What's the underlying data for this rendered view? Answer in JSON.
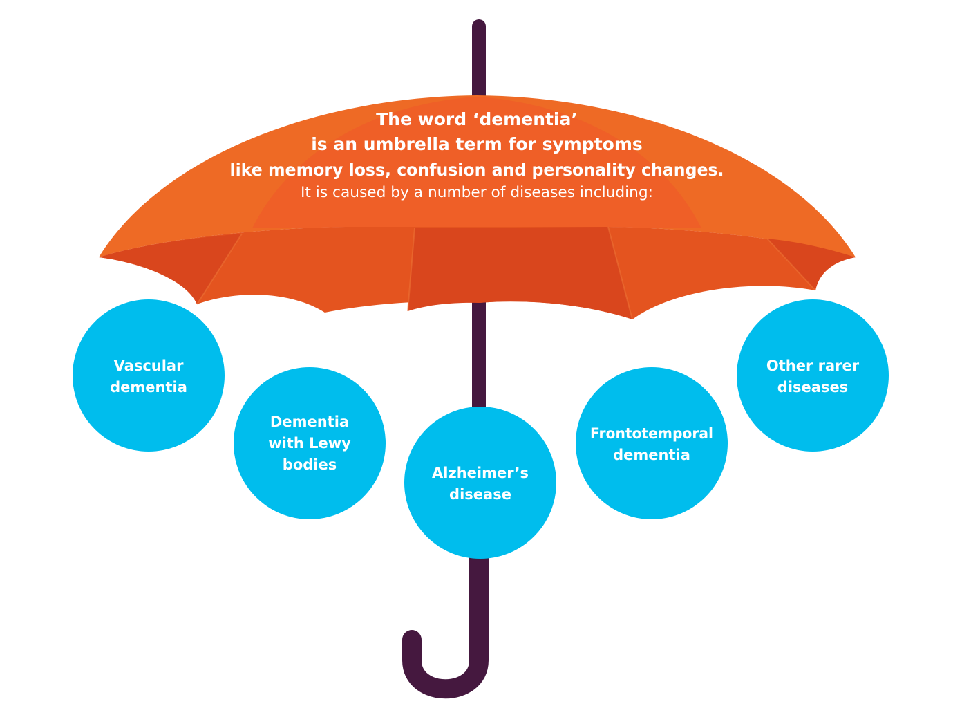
{
  "headline": {
    "line1": "The word ‘dementia’",
    "line2": "is an umbrella term for symptoms",
    "line3": "like memory loss, confusion and personality changes.",
    "line4": "It is caused by a number of diseases including:"
  },
  "diseases": [
    {
      "lines": [
        "Vascular",
        "dementia"
      ]
    },
    {
      "lines": [
        "Dementia",
        "with Lewy",
        "bodies"
      ]
    },
    {
      "lines": [
        "Alzheimer’s",
        "disease"
      ]
    },
    {
      "lines": [
        "Frontotemporal",
        "dementia"
      ]
    },
    {
      "lines": [
        "Other rarer",
        "diseases"
      ]
    }
  ],
  "colors": {
    "canopy_light": "#EE6A25",
    "canopy_mid": "#E4541F",
    "canopy_dark": "#D9461D",
    "canopy_top_center": "#F0552A",
    "handle": "#45183F",
    "bubble": "#00BDED",
    "text": "#FFFFFF"
  }
}
